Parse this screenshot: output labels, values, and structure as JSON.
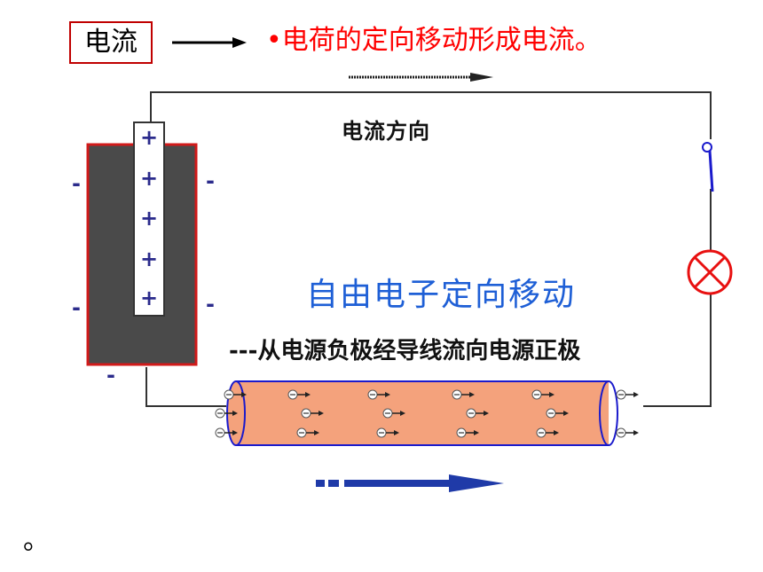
{
  "header": {
    "boxed_term": "电流",
    "definition": "•电荷的定向移动形成电流。"
  },
  "diagram": {
    "current_direction_label": "电流方向",
    "electron_motion_label": "自由电子定向移动",
    "electron_path_label": "---从电源负极经导线流向电源正极",
    "positive_sign": "+",
    "negative_sign": "-",
    "positive_count": 5,
    "negative_count": 5,
    "electron_symbol": "⊖"
  },
  "footer": {
    "trailing_mark": "。"
  },
  "colors": {
    "title_border": "#c00000",
    "definition_text": "#ff0000",
    "battery_fill": "#4a4a4a",
    "battery_border": "#d11a1a",
    "plus_sign": "#2b2b8c",
    "electron_label": "#1e5fd6",
    "wire_tube": "#f4a27c",
    "tube_outline": "#1a1acc",
    "arrow_blue": "#1f3aa8",
    "lamp_red": "#e81010"
  }
}
